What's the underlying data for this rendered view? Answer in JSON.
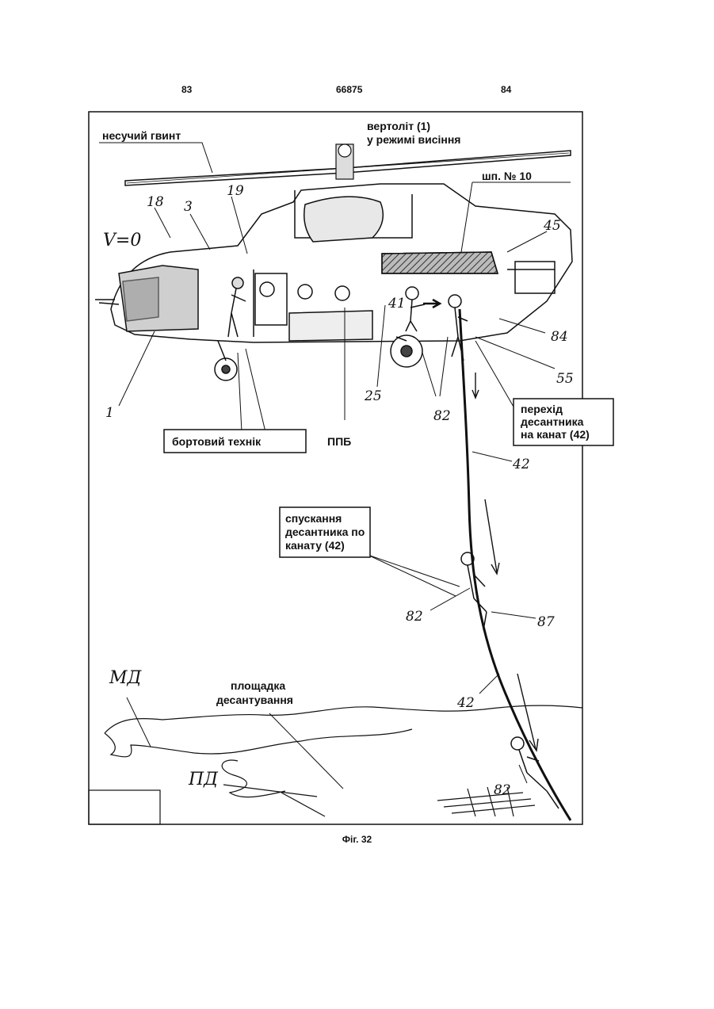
{
  "header": {
    "page_left": "83",
    "doc_number": "66875",
    "page_right": "84"
  },
  "labels": {
    "rotor": "несучий гвинт",
    "helicopter_line1": "вертоліт (1)",
    "helicopter_line2": "у режимі висіння",
    "frame_no": "шп.  № 10",
    "velocity": "V=0",
    "flight_engineer": "бортовий технік",
    "ppb": "ППБ",
    "transition_line1": "перехід",
    "transition_line2": "десантника",
    "transition_line3": "на канат (42)",
    "descent_line1": "спускання",
    "descent_line2": "десантника по",
    "descent_line3": "канату (42)",
    "landing_line1": "площадка",
    "landing_line2": "десантування",
    "md": "МД",
    "pd": "ПД"
  },
  "ref_numbers": {
    "n18": "18",
    "n3": "3",
    "n19": "19",
    "n45": "45",
    "n41": "41",
    "n84": "84",
    "n55": "55",
    "n1": "1",
    "n25": "25",
    "n82a": "82",
    "n42a": "42",
    "n82b": "82",
    "n87": "87",
    "n42b": "42",
    "n82c": "82"
  },
  "caption": "Фіг. 32"
}
